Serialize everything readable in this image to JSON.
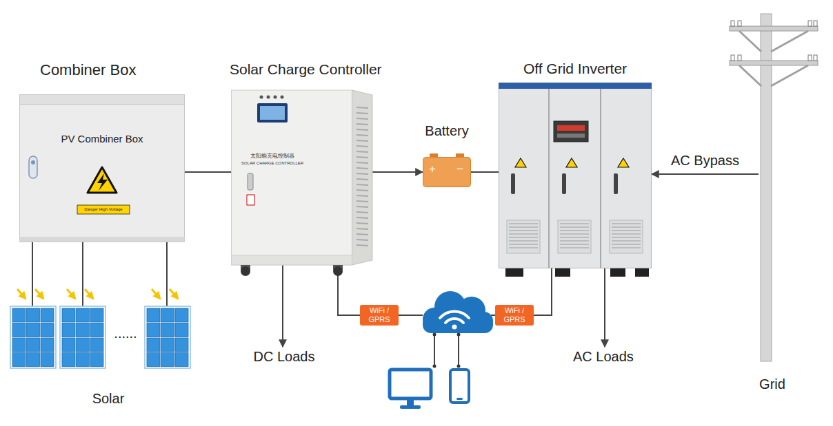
{
  "diagram": {
    "nodes": [
      {
        "text": [
          "Combiner Box",
          "PV Combiner Box"
        ]
      },
      {
        "text": [
          "Solar Charge Controller",
          "太阳能充电控制器",
          "SOLAR CHARGE CONTROLLER"
        ]
      },
      {
        "text": [
          "Battery"
        ]
      },
      {
        "text": [
          "Off Grid Inverter"
        ]
      },
      {
        "text": [
          "Grid"
        ]
      },
      {
        "text": [
          "Solar"
        ]
      },
      {
        "text": [
          "DC Loads"
        ]
      },
      {
        "text": [
          "AC Loads"
        ]
      },
      {
        "text": [
          "WiFi / GPRS"
        ]
      },
      {
        "text": [
          "WiFi / GPRS"
        ]
      }
    ],
    "edges": [
      {
        "from": 5,
        "to": 0,
        "arrow": "none"
      },
      {
        "from": 0,
        "to": 1,
        "arrow": "none"
      },
      {
        "from": 1,
        "to": 2,
        "arrow": "to"
      },
      {
        "from": 2,
        "to": 3,
        "arrow": "none"
      },
      {
        "from": 4,
        "to": 3,
        "label": "AC Bypass",
        "arrow": "to"
      },
      {
        "from": 1,
        "to": 6,
        "arrow": "to"
      },
      {
        "from": 3,
        "to": 7,
        "arrow": "to"
      },
      {
        "from": 1,
        "to": 8,
        "arrow": "none"
      },
      {
        "from": 9,
        "to": 3,
        "arrow": "none"
      }
    ],
    "labels": [
      "Danger High Voltage",
      "+",
      "−",
      "......"
    ]
  }
}
